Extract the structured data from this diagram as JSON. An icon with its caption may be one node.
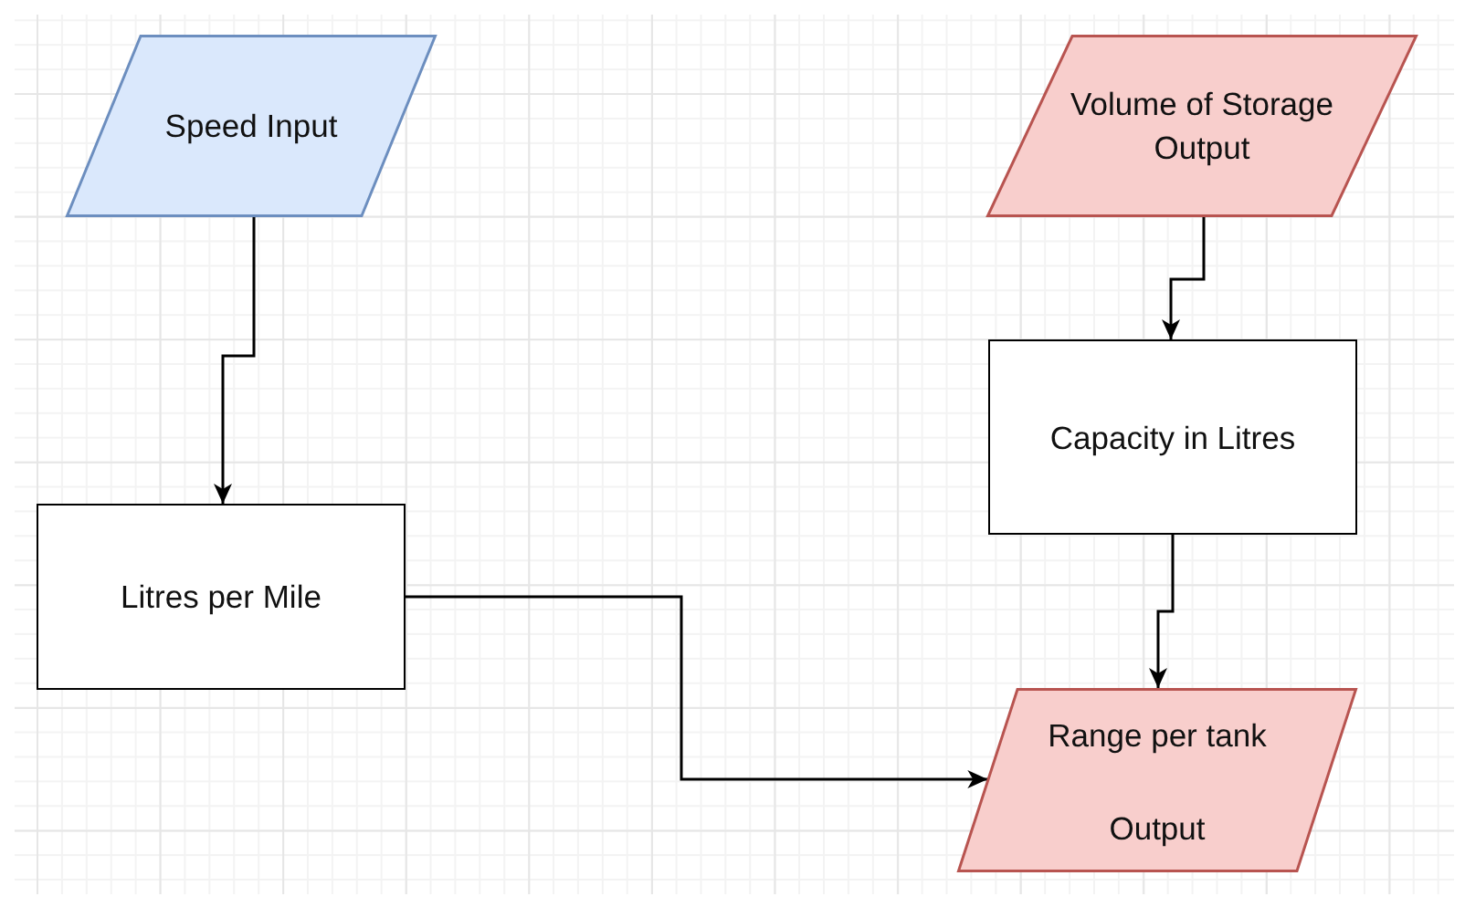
{
  "diagram": {
    "nodes": [
      {
        "text": [
          "Speed Input"
        ]
      },
      {
        "text": [
          "Volume of Storage Output"
        ]
      },
      {
        "text": [
          "Litres per Mile"
        ]
      },
      {
        "text": [
          "Capacity in Litres"
        ]
      },
      {
        "text": [
          "Range per tank",
          "Output"
        ]
      }
    ],
    "edges": [
      {
        "from": 0,
        "to": 2,
        "arrow": "to"
      },
      {
        "from": 1,
        "to": 3,
        "arrow": "to"
      },
      {
        "from": 3,
        "to": 4,
        "arrow": "to"
      },
      {
        "from": 2,
        "to": 4,
        "arrow": "to"
      }
    ]
  }
}
